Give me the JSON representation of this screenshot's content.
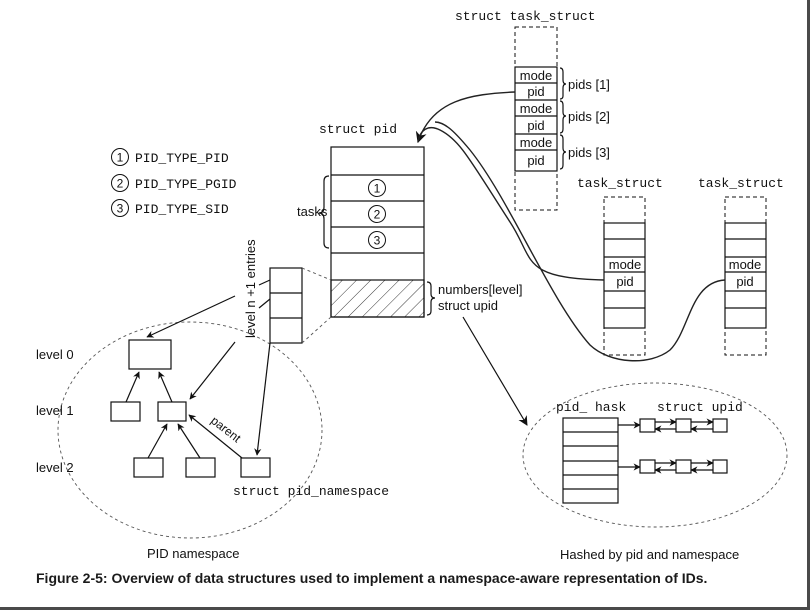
{
  "figure": {
    "caption": "Figure 2-5: Overview of data structures used to implement a namespace-aware representation of IDs."
  },
  "legend": {
    "items": [
      {
        "num": "1",
        "label": "PID_TYPE_PID"
      },
      {
        "num": "2",
        "label": "PID_TYPE_PGID"
      },
      {
        "num": "3",
        "label": "PID_TYPE_SID"
      }
    ]
  },
  "struct_pid": {
    "title": "struct pid",
    "tasks_label": "tasks",
    "task_slots": [
      "1",
      "2",
      "3"
    ],
    "numbers_label_line1": "numbers[level]",
    "numbers_label_line2": "struct upid"
  },
  "task_struct_main": {
    "title": "struct task_struct",
    "fields": [
      {
        "mode": "mode",
        "pid": "pid",
        "group": "pids [1]"
      },
      {
        "mode": "mode",
        "pid": "pid",
        "group": "pids [2]"
      },
      {
        "mode": "mode",
        "pid": "pid",
        "group": "pids [3]"
      }
    ]
  },
  "task_structs_other": [
    {
      "title": "task_struct",
      "mode": "mode",
      "pid": "pid"
    },
    {
      "title": "task_struct",
      "mode": "mode",
      "pid": "pid"
    }
  ],
  "level_entries": {
    "label": "level n +1 entries"
  },
  "pid_namespace": {
    "levels": [
      "level 0",
      "level 1",
      "level 2"
    ],
    "parent_label": "parent",
    "struct_label": "struct pid_namespace",
    "region_label": "PID namespace"
  },
  "hash": {
    "table_label": "pid_ hask",
    "chain_label": "struct upid",
    "region_label": "Hashed by pid and namespace"
  }
}
